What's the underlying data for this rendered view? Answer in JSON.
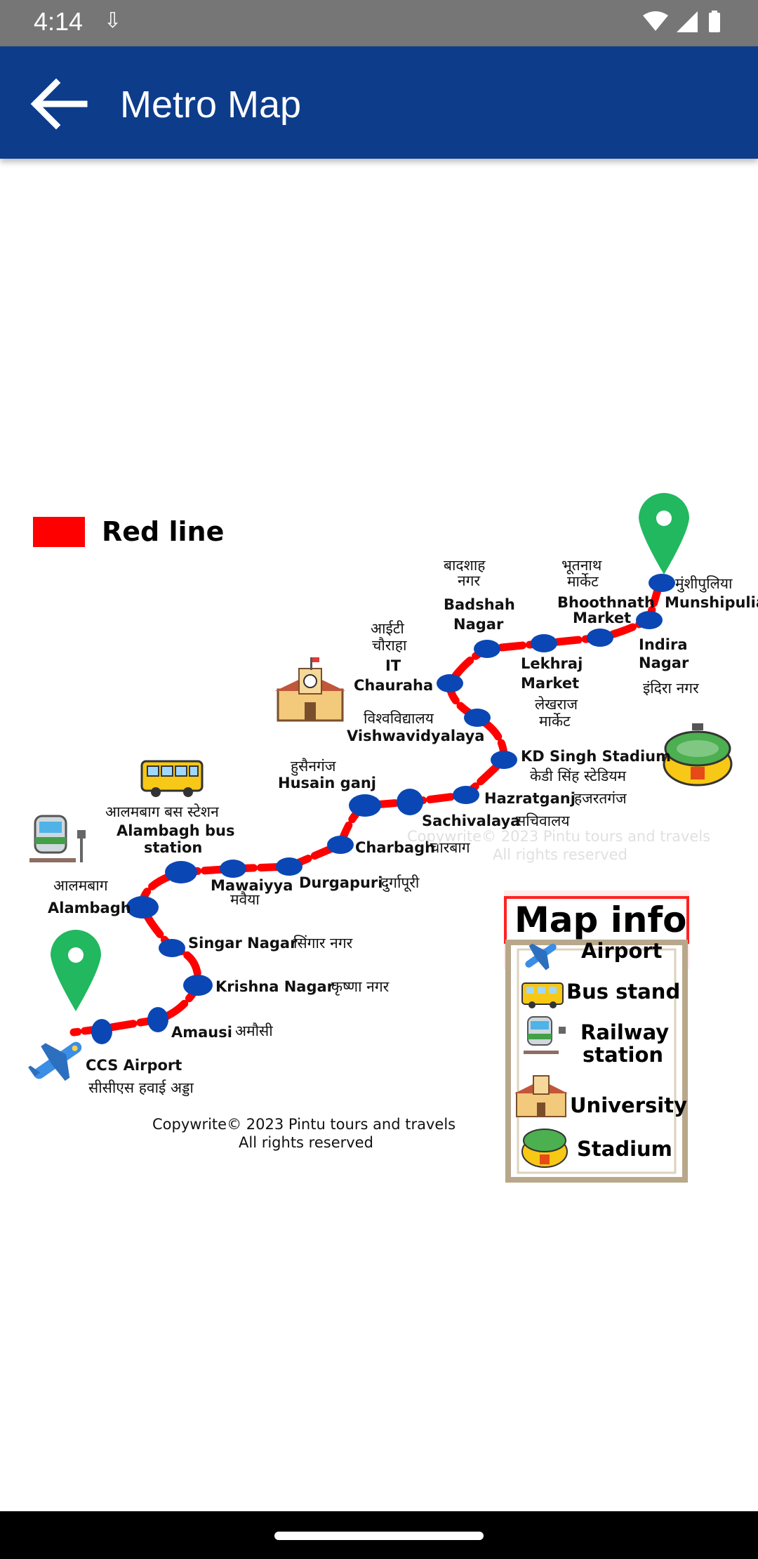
{
  "status_bar": {
    "time": "4:14",
    "extra_icon": "download-icon",
    "icons": [
      "wifi-icon",
      "cellular-icon",
      "battery-icon"
    ]
  },
  "app_bar": {
    "title": "Metro Map",
    "back_icon": "arrow-back-icon",
    "background": "#0d3c8b"
  },
  "map": {
    "legend": {
      "label": "Red line",
      "color": "#ff0000"
    },
    "line_color": "#ff0000",
    "station_color": "#0a47b5",
    "stations": {
      "munshipulia_hi": "मुंशीपुलिया",
      "munshipulia_en": "Munshipulia",
      "indira_nagar_en_1": "Indira",
      "indira_nagar_en_2": "Nagar",
      "indira_nagar_hi": "इंदिरा नगर",
      "bhoothnath_hi_1": "भूतनाथ",
      "bhoothnath_hi_2": "मार्केट",
      "bhoothnath_en_1": "Bhoothnath",
      "bhoothnath_en_2": "Market",
      "lekhraj_en_1": "Lekhraj",
      "lekhraj_en_2": "Market",
      "lekhraj_hi_1": "लेखराज",
      "lekhraj_hi_2": "मार्केट",
      "badshah_hi_1": "बादशाह",
      "badshah_hi_2": "नगर",
      "badshah_en_1": "Badshah",
      "badshah_en_2": "Nagar",
      "it_hi_1": "आईटी",
      "it_hi_2": "चौराहा",
      "it_en_1": "IT",
      "it_en_2": "Chauraha",
      "vishwa_hi": "विश्वविद्यालय",
      "vishwa_en": "Vishwavidyalaya",
      "kd_singh_en": "KD Singh Stadium",
      "kd_singh_hi": "केडी सिंह स्टेडियम",
      "hazratganj_en": "Hazratganj",
      "hazratganj_hi": "हजरतगंज",
      "sachivalaya_en": "Sachivalaya",
      "sachivalaya_hi": "सचिवालय",
      "husain_hi": "हुसैनगंज",
      "husain_en": "Husain ganj",
      "charbagh_en": "Charbagh",
      "charbagh_hi": "चारबाग",
      "durgapuri_en": "Durgapuri",
      "durgapuri_hi": "दुर्गापूरी",
      "mawaiyya_en": "Mawaiyya",
      "mawaiyya_hi": "मवैया",
      "alambagh_bus_hi": "आलमबाग बस स्टेशन",
      "alambagh_bus_en_1": "Alambagh bus",
      "alambagh_bus_en_2": "station",
      "alambagh_hi": "आलमबाग",
      "alambagh_en": "Alambagh",
      "singar_en": "Singar Nagar",
      "singar_hi": "सिंगार नगर",
      "krishna_en": "Krishna Nagar",
      "krishna_hi": "कृष्णा नगर",
      "amausi_en": "Amausi",
      "amausi_hi": "अमौसी",
      "ccs_en": "CCS Airport",
      "ccs_hi": "सीसीएस हवाई अड्डा"
    },
    "watermark": {
      "line1": "Copywrite© 2023 Pintu tours and travels",
      "line2": "All rights reserved"
    },
    "copyright": {
      "line1": "Copywrite© 2023 Pintu tours and travels",
      "line2": "All rights reserved"
    },
    "map_info": {
      "title": "Map info",
      "items": [
        {
          "icon": "airplane-icon",
          "label": "Airport"
        },
        {
          "icon": "bus-icon",
          "label": "Bus stand"
        },
        {
          "icon": "train-icon",
          "label_1": "Railway",
          "label_2": "station"
        },
        {
          "icon": "university-icon",
          "label": "University"
        },
        {
          "icon": "stadium-icon",
          "label": "Stadium"
        }
      ]
    }
  }
}
